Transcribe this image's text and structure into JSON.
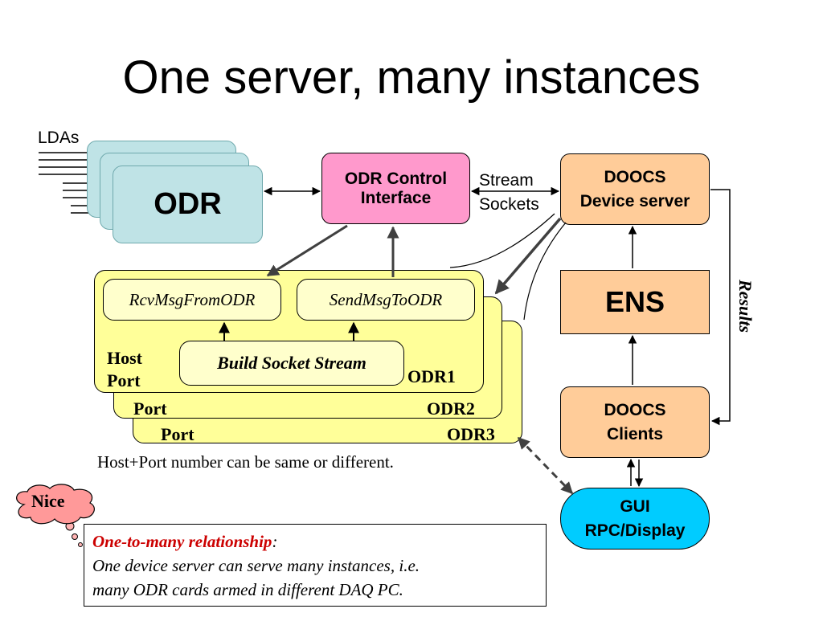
{
  "title": "One server, many instances",
  "ldas_label": "LDAs",
  "odr_label": "ODR",
  "odr_control": {
    "line1": "ODR Control",
    "line2": "Interface"
  },
  "stream_sockets": {
    "line1": "Stream",
    "line2": "Sockets"
  },
  "doocs_server": {
    "line1": "DOOCS",
    "line2": "Device server"
  },
  "ens_label": "ENS",
  "doocs_clients": {
    "line1": "DOOCS",
    "line2": "Clients"
  },
  "gui": {
    "line1": "GUI",
    "line2": "RPC/Display"
  },
  "results_label": "Results",
  "rcv_msg": "RcvMsgFromODR",
  "send_msg": "SendMsgToODR",
  "build_socket": "Build Socket Stream",
  "host_port": {
    "line1": "Host",
    "line2": "Port"
  },
  "odr1_label": "ODR1",
  "odr2_label": "ODR2",
  "odr3_label": "ODR3",
  "port2_label": "Port",
  "port3_label": "Port",
  "host_port_note": "Host+Port number can be same or different.",
  "nice_label": "Nice",
  "note": {
    "heading": "One-to-many relationship",
    "colon": ":",
    "line1": "One device server can serve many instances, i.e.",
    "line2": "many ODR cards armed in different DAQ PC."
  },
  "colors": {
    "odr_fill": "#bfe3e6",
    "control_fill": "#ff99cc",
    "doocs_fill": "#ffcc99",
    "gui_fill": "#00ccff",
    "instance_fill": "#ffff99",
    "nice_fill": "#ff9999",
    "emphasis_red": "#cc0000"
  }
}
